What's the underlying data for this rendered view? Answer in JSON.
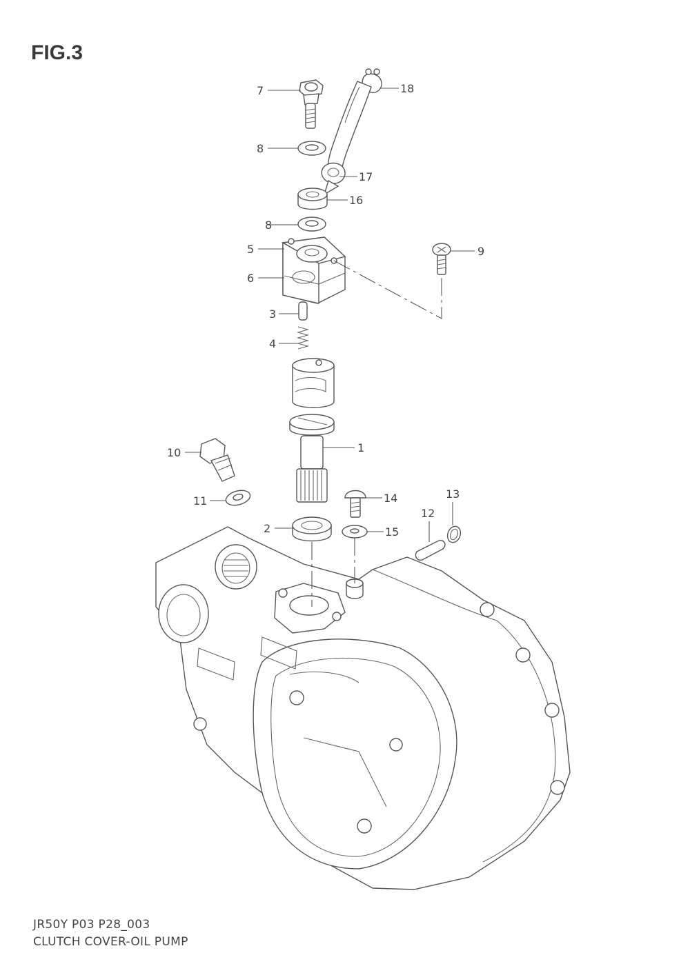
{
  "figure_title": "FIG.3",
  "footer": {
    "code": "JR50Y P03 P28_003",
    "name": "CLUTCH COVER-OIL PUMP"
  },
  "callouts": {
    "c1": "1",
    "c2": "2",
    "c3": "3",
    "c4": "4",
    "c5": "5",
    "c6": "6",
    "c7": "7",
    "c8a": "8",
    "c8b": "8",
    "c9": "9",
    "c10": "10",
    "c11": "11",
    "c12": "12",
    "c13": "13",
    "c14": "14",
    "c15": "15",
    "c16": "16",
    "c17": "17",
    "c18": "18"
  }
}
